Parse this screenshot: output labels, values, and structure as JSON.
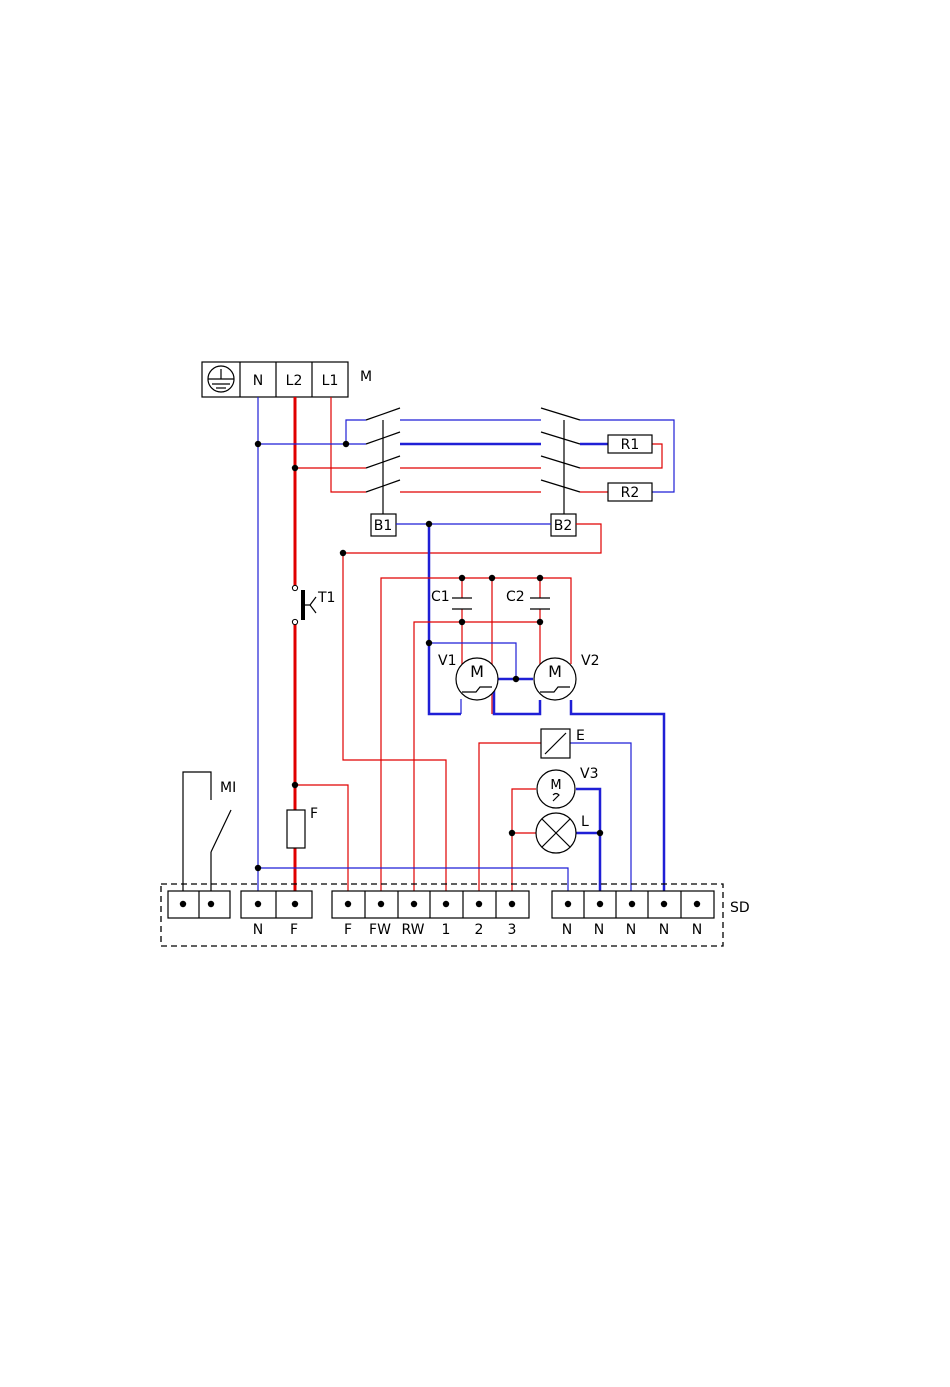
{
  "colors": {
    "phase": "#e00000",
    "neutral": "#1f1fd6",
    "outline": "#000000"
  },
  "mains": {
    "label": "M",
    "terminals": [
      "N",
      "L2",
      "L1"
    ],
    "earth_icon": "earth-ground-icon"
  },
  "components": {
    "r1": "R1",
    "r2": "R2",
    "b1": "B1",
    "b2": "B2",
    "t1": "T1",
    "c1": "C1",
    "c2": "C2",
    "v1": "V1",
    "v2": "V2",
    "v3": "V3",
    "motor": "M",
    "motor_small": "M",
    "e": "E",
    "l": "L",
    "fuse": "F",
    "mi": "MI"
  },
  "terminal_strip": {
    "label": "SD",
    "group2": [
      "N",
      "F"
    ],
    "group3": [
      "F",
      "FW",
      "RW",
      "1",
      "2",
      "3"
    ],
    "group4": [
      "N",
      "N",
      "N",
      "N",
      "N"
    ]
  }
}
